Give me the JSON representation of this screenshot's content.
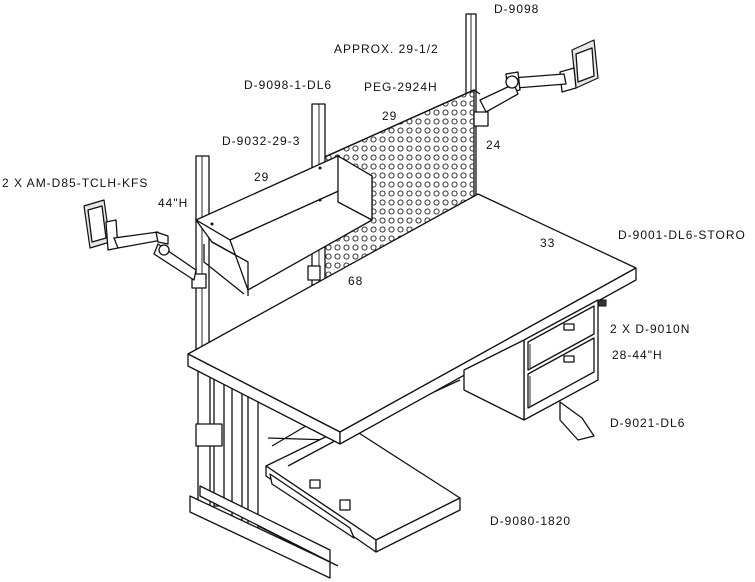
{
  "labels": {
    "d9098": "D-9098",
    "approx": "APPROX. 29-1/2",
    "d9098_1_dl6": "D-9098-1-DL6",
    "peg": "PEG-2924H",
    "dim_29_peg": "29",
    "dim_24": "24",
    "d9032": "D-9032-29-3",
    "dim_29_shelf": "29",
    "am_d85": "2 X AM-D85-TCLH-KFS",
    "dim_44h": "44\"H",
    "dim_33": "33",
    "d9001": "D-9001-DL6-STORO",
    "dim_68": "68",
    "d9010": "2 X D-9010N",
    "dim_28_44h": "28-44\"H",
    "d9021": "D-9021-DL6",
    "d9080": "D-9080-1820"
  }
}
